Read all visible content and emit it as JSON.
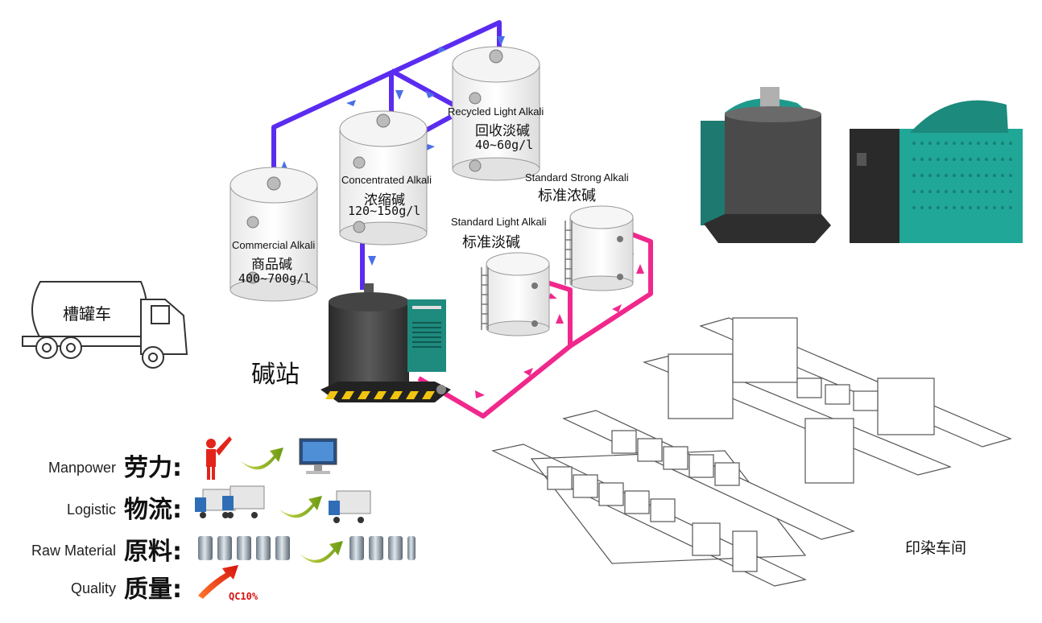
{
  "tanks": {
    "commercial": {
      "en": "Commercial Alkali",
      "cn": "商品碱",
      "conc": "400~700g/l"
    },
    "concentrated": {
      "en": "Concentrated Alkali",
      "cn": "浓缩碱",
      "conc": "120~150g/l"
    },
    "recycled": {
      "en": "Recycled Light Alkali",
      "cn": "回收淡碱",
      "conc": "40~60g/l"
    },
    "standard_light": {
      "en": "Standard Light Alkali",
      "cn": "标准淡碱"
    },
    "standard_strong": {
      "en": "Standard Strong Alkali",
      "cn": "标准浓碱"
    }
  },
  "truck_label": "槽罐车",
  "station_label": "碱站",
  "workshop_label": "印染车间",
  "legend": [
    {
      "en": "Manpower",
      "cn": "劳力:"
    },
    {
      "en": "Logistic",
      "cn": "物流:"
    },
    {
      "en": "Raw Material",
      "cn": "原料:"
    },
    {
      "en": "Quality",
      "cn": "质量:"
    }
  ],
  "quality_badge": "QC10%",
  "colors": {
    "blue_pipe": "#5a2cf0",
    "pink_pipe": "#f0288c",
    "arrow_green": "#8ab21c",
    "person_red": "#e3241b"
  }
}
